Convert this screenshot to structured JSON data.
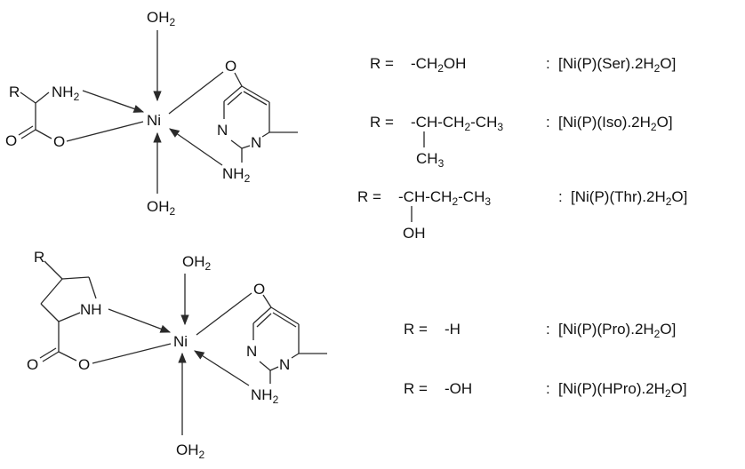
{
  "structures": {
    "top": {
      "ni": "Ni",
      "water_top": {
        "main": "OH",
        "sub": "2"
      },
      "water_bottom": {
        "main": "OH",
        "sub": "2"
      },
      "r": "R",
      "nh2": {
        "main": "NH",
        "sub": "2"
      },
      "o_ring": "O",
      "o_carboxyl": "O",
      "o_ester": "O",
      "n1": "N",
      "n2": "N",
      "amino": {
        "main": "NH",
        "sub": "2"
      }
    },
    "bottom": {
      "ni": "Ni",
      "water_top": {
        "main": "OH",
        "sub": "2"
      },
      "water_bottom": {
        "main": "OH",
        "sub": "2"
      },
      "r": "R",
      "nh": "NH",
      "o_ring": "O",
      "o_carboxyl": "O",
      "o_ester": "O",
      "n1": "N",
      "n2": "N",
      "amino": {
        "main": "NH",
        "sub": "2"
      }
    }
  },
  "legend": [
    {
      "r": "R =",
      "sub": "-CH",
      "sub_idx": "2",
      "sub_tail": "OH",
      "colon": ":",
      "cmpd_a": "[Ni(P)(Ser).2H",
      "cmpd_idx": "2",
      "cmpd_b": "O]"
    },
    {
      "r": "R =",
      "sub": "-CH-CH",
      "sub_idx": "2",
      "sub_tail": "-CH",
      "sub_idx2": "3",
      "branch": "CH",
      "branch_idx": "3",
      "colon": ":",
      "cmpd_a": "[Ni(P)(Iso).2H",
      "cmpd_idx": "2",
      "cmpd_b": "O]"
    },
    {
      "r": "R =",
      "sub": "-CH-CH",
      "sub_idx": "2",
      "sub_tail": "-CH",
      "sub_idx2": "3",
      "branch": "OH",
      "colon": ":",
      "cmpd_a": "[Ni(P)(Thr).2H",
      "cmpd_idx": "2",
      "cmpd_b": "O]"
    },
    {
      "r": "R =",
      "sub": "-H",
      "colon": ":",
      "cmpd_a": "[Ni(P)(Pro).2H",
      "cmpd_idx": "2",
      "cmpd_b": "O]"
    },
    {
      "r": "R =",
      "sub": "-OH",
      "colon": ":",
      "cmpd_a": "[Ni(P)(HPro).2H",
      "cmpd_idx": "2",
      "cmpd_b": "O]"
    }
  ]
}
